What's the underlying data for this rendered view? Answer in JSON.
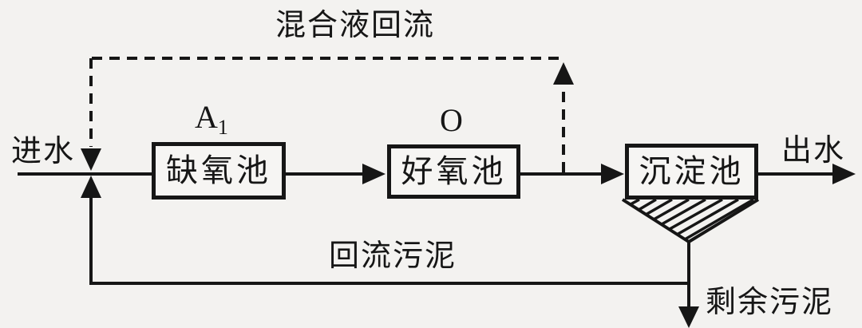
{
  "diagram": {
    "type": "wastewater-treatment-process-flow",
    "background_color": "#f3f2f0",
    "line_color": "#161616",
    "streams": {
      "mixed_liquor_recycle": "混合液回流",
      "influent": "进水",
      "effluent": "出水",
      "return_sludge": "回流污泥",
      "excess_sludge": "剩余污泥"
    },
    "units": [
      {
        "tag_base": "A",
        "tag_sub": "1",
        "name": "缺氧池"
      },
      {
        "tag_base": "O",
        "tag_sub": "",
        "name": "好氧池"
      },
      {
        "name": "沉淀池"
      }
    ]
  }
}
